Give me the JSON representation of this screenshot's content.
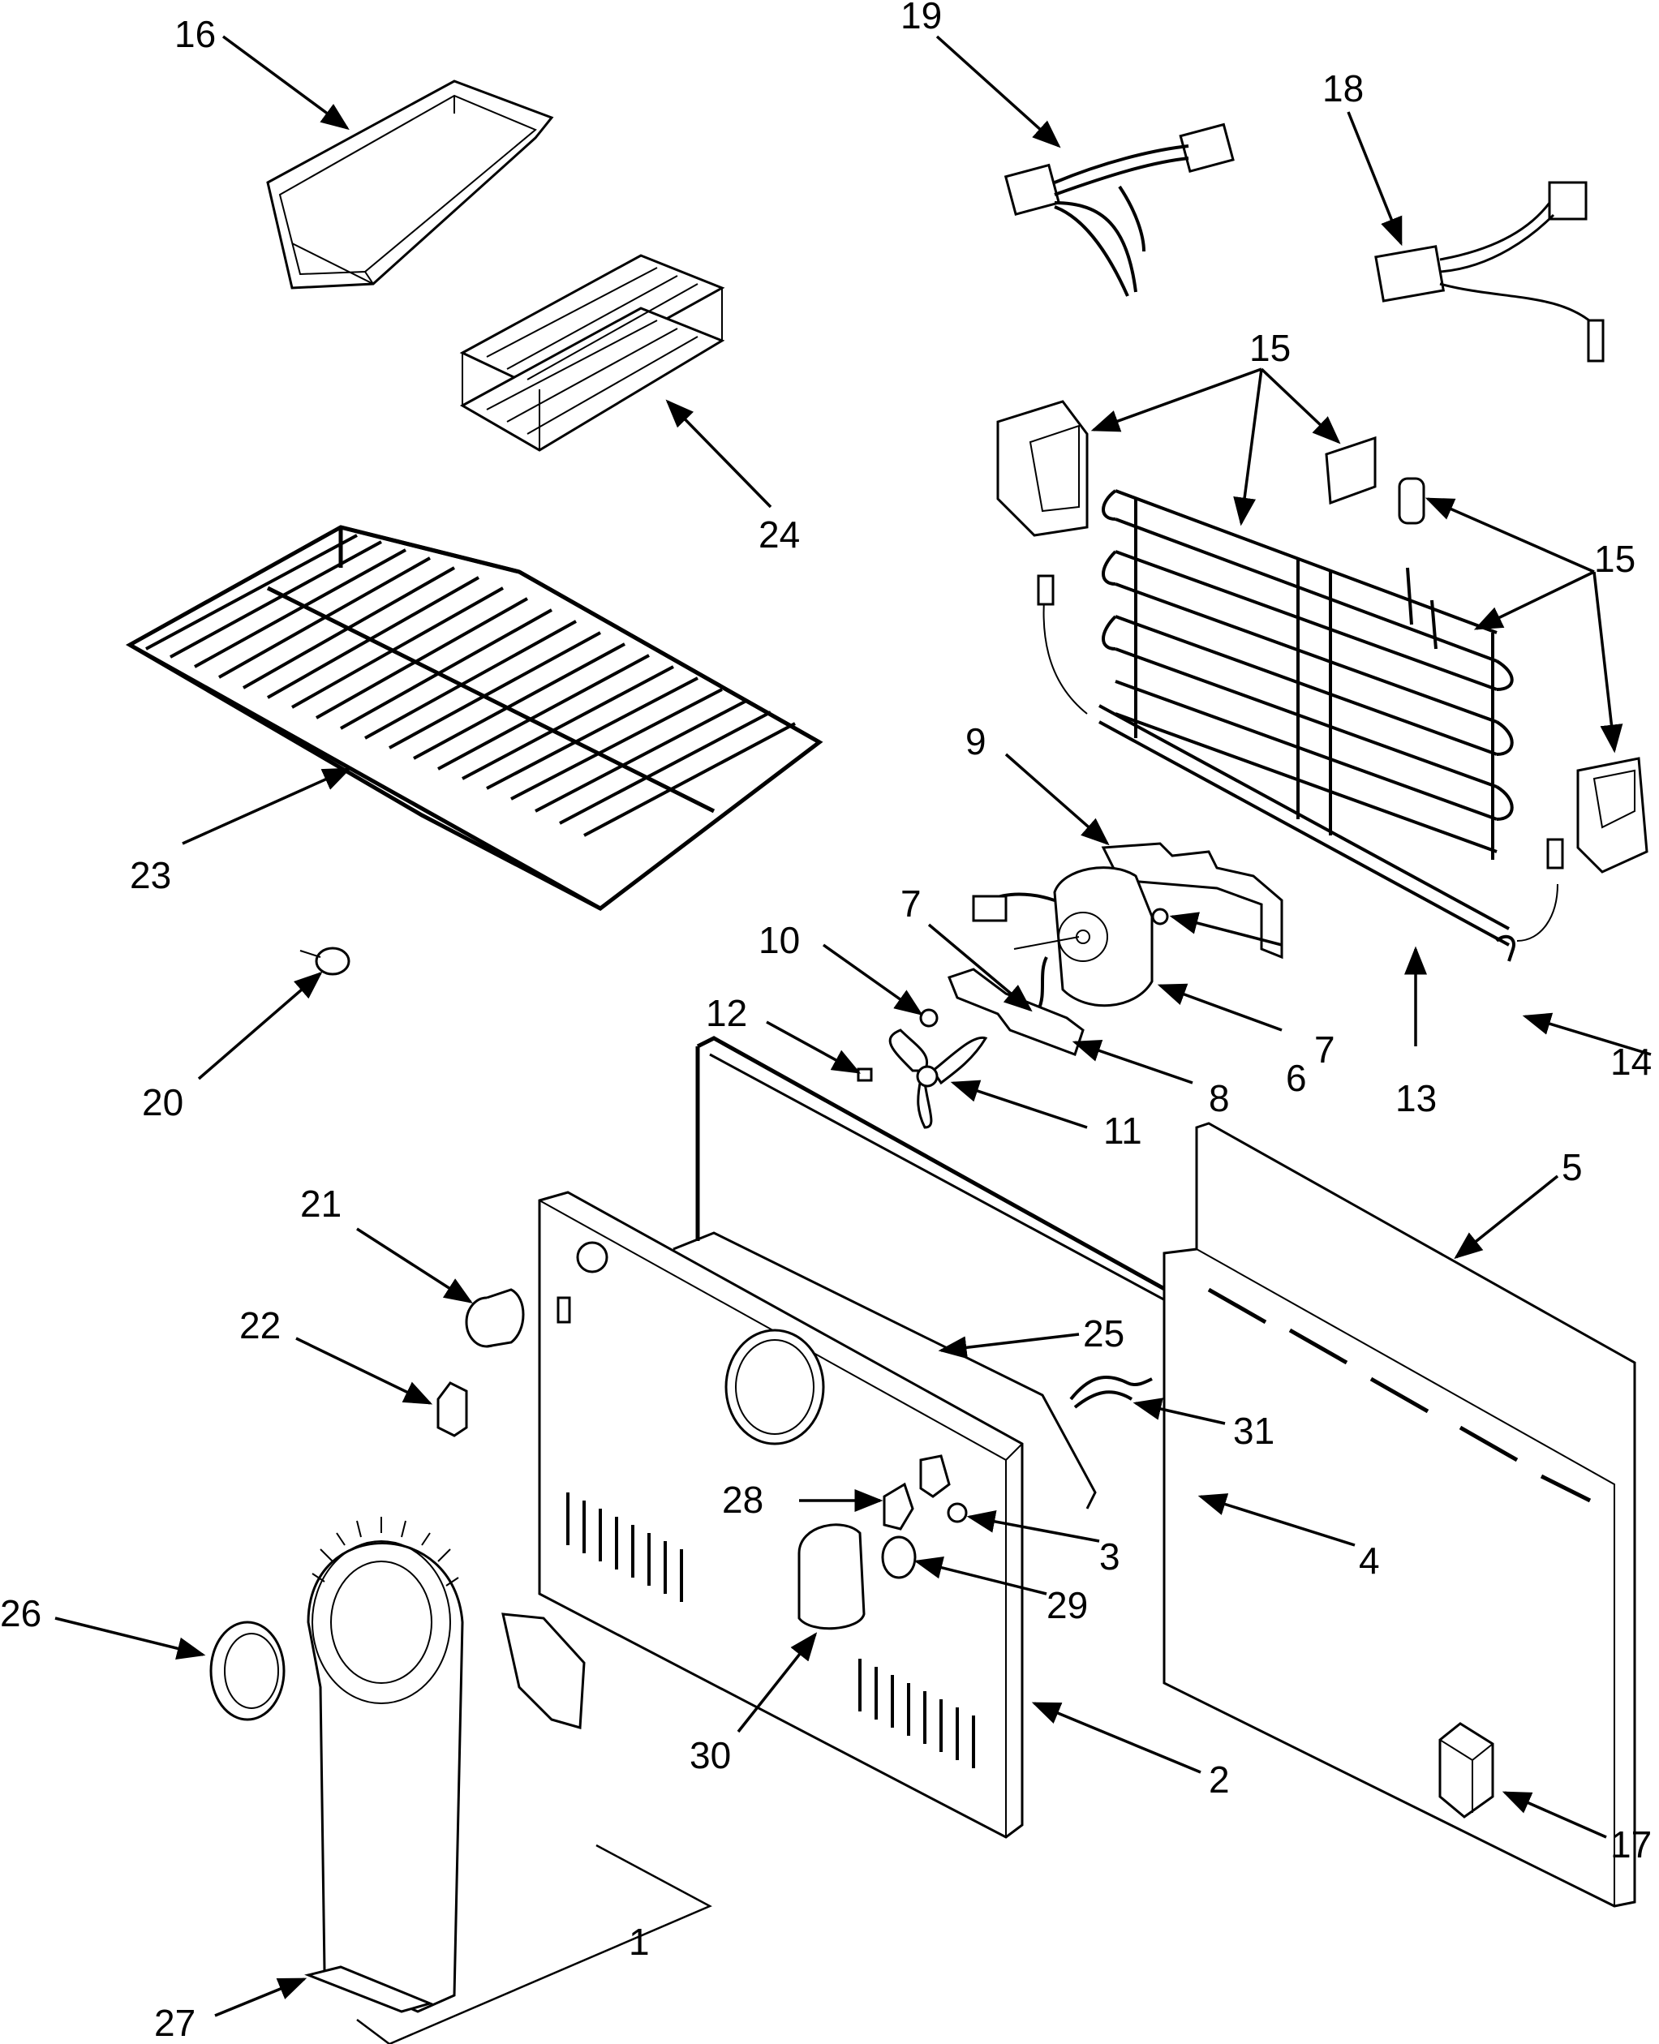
{
  "callouts": {
    "c1": "1",
    "c2": "2",
    "c3": "3",
    "c4": "4",
    "c5": "5",
    "c6": "6",
    "c7a": "7",
    "c7b": "7",
    "c8": "8",
    "c9": "9",
    "c10": "10",
    "c11": "11",
    "c12": "12",
    "c13": "13",
    "c14": "14",
    "c15a": "15",
    "c15b": "15",
    "c16": "16",
    "c17": "17",
    "c18": "18",
    "c19": "19",
    "c20": "20",
    "c21": "21",
    "c22": "22",
    "c23": "23",
    "c24": "24",
    "c25": "25",
    "c26": "26",
    "c27": "27",
    "c28": "28",
    "c29": "29",
    "c30": "30",
    "c31": "31"
  },
  "colors": {
    "ink": "#000000",
    "background": "#ffffff",
    "shade": "#e8e8e8"
  }
}
